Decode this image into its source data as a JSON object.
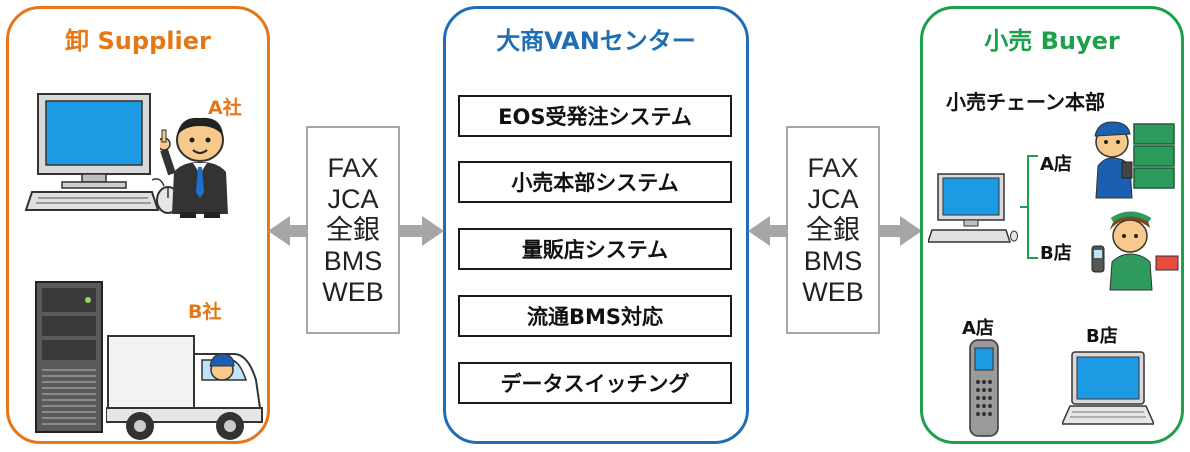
{
  "supplier": {
    "title": "卸 Supplier",
    "company_a": "A社",
    "company_b": "B社"
  },
  "van_center": {
    "title": "大商VANセンター",
    "systems": [
      "EOS受発注システム",
      "小売本部システム",
      "量販店システム",
      "流通BMS対応",
      "データスイッチング"
    ]
  },
  "buyer": {
    "title": "小売 Buyer",
    "hq": "小売チェーン本部",
    "store_a": "A店",
    "store_b": "B店",
    "terminal_a": "A店",
    "terminal_b": "B店"
  },
  "protocols_left": [
    "FAX",
    "JCA",
    "全銀",
    "BMS",
    "WEB"
  ],
  "protocols_right": [
    "FAX",
    "JCA",
    "全銀",
    "BMS",
    "WEB"
  ],
  "colors": {
    "supplier": "#e57716",
    "van": "#1f6eb4",
    "buyer": "#1ca04a",
    "arrow": "#a6a6a6",
    "screen": "#1c9ae3"
  }
}
